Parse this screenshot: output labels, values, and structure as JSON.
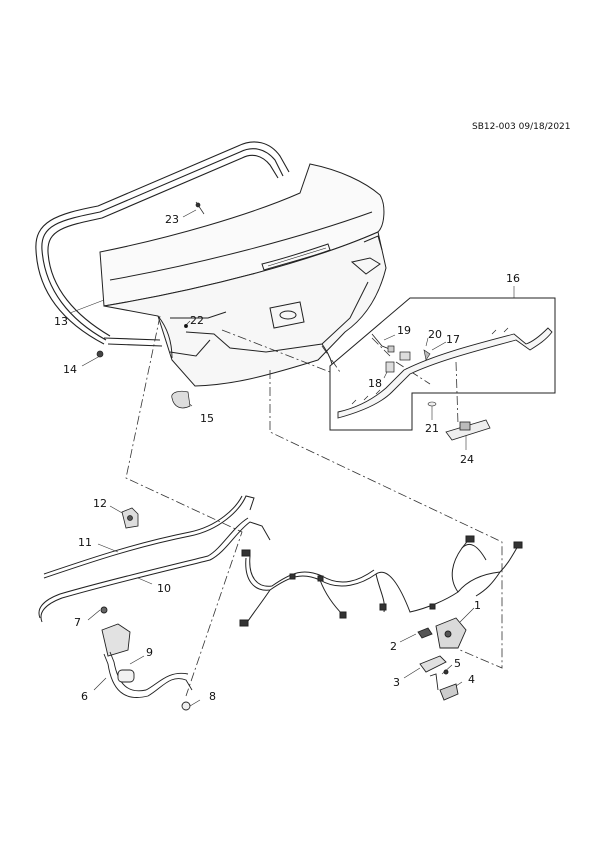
{
  "document_code": "SB12-003 09/18/2021",
  "callouts": [
    {
      "number": "1"
    },
    {
      "number": "2"
    },
    {
      "number": "3"
    },
    {
      "number": "4"
    },
    {
      "number": "5"
    },
    {
      "number": "6"
    },
    {
      "number": "7"
    },
    {
      "number": "8"
    },
    {
      "number": "9"
    },
    {
      "number": "10"
    },
    {
      "number": "11"
    },
    {
      "number": "12"
    },
    {
      "number": "13"
    },
    {
      "number": "14"
    },
    {
      "number": "15"
    },
    {
      "number": "16"
    },
    {
      "number": "17"
    },
    {
      "number": "18"
    },
    {
      "number": "19"
    },
    {
      "number": "20"
    },
    {
      "number": "21"
    },
    {
      "number": "22"
    },
    {
      "number": "23"
    },
    {
      "number": "24"
    }
  ]
}
